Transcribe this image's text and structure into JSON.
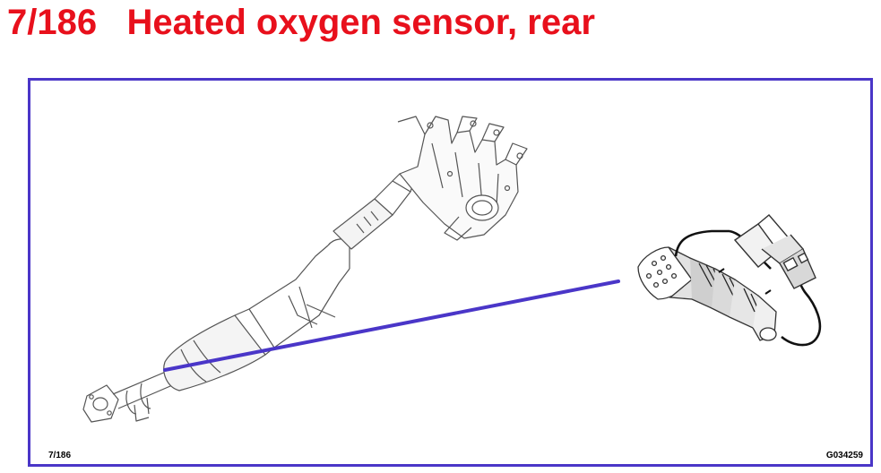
{
  "title": "7/186   Heated oxygen sensor, rear",
  "diagram": {
    "reference_left": "7/186",
    "reference_right": "G034259",
    "leader_color": "#4a36c8",
    "parts": [
      "exhaust-system-icon",
      "exhaust-manifold-icon",
      "catalytic-converter-icon",
      "heated-oxygen-sensor-icon",
      "sensor-connector-icon"
    ]
  },
  "colors": {
    "title": "#e8101c",
    "frame": "#4a36c8",
    "line_art": "#555555"
  }
}
